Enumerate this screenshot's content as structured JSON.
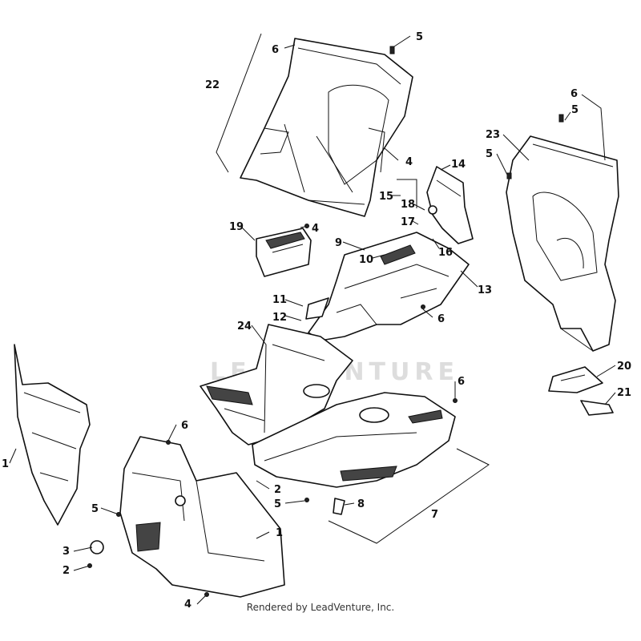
{
  "diagram": {
    "watermark": "LEADVENTURE",
    "credit": "Rendered by LeadVenture, Inc.",
    "callouts": [
      {
        "id": "c22",
        "label": "22"
      },
      {
        "id": "c6a",
        "label": "6"
      },
      {
        "id": "c5a",
        "label": "5"
      },
      {
        "id": "c4a",
        "label": "4"
      },
      {
        "id": "c6b",
        "label": "6"
      },
      {
        "id": "c5b",
        "label": "5"
      },
      {
        "id": "c23",
        "label": "23"
      },
      {
        "id": "c5c",
        "label": "5"
      },
      {
        "id": "c14",
        "label": "14"
      },
      {
        "id": "c15",
        "label": "15"
      },
      {
        "id": "c18",
        "label": "18"
      },
      {
        "id": "c17",
        "label": "17"
      },
      {
        "id": "c19",
        "label": "19"
      },
      {
        "id": "c4b",
        "label": "4"
      },
      {
        "id": "c9",
        "label": "9"
      },
      {
        "id": "c10",
        "label": "10"
      },
      {
        "id": "c16",
        "label": "16"
      },
      {
        "id": "c13",
        "label": "13"
      },
      {
        "id": "c11",
        "label": "11"
      },
      {
        "id": "c12",
        "label": "12"
      },
      {
        "id": "c6c",
        "label": "6"
      },
      {
        "id": "c24",
        "label": "24"
      },
      {
        "id": "c20",
        "label": "20"
      },
      {
        "id": "c21",
        "label": "21"
      },
      {
        "id": "c6d",
        "label": "6"
      },
      {
        "id": "c1a",
        "label": "1"
      },
      {
        "id": "c6e",
        "label": "6"
      },
      {
        "id": "c2a",
        "label": "2"
      },
      {
        "id": "c5d",
        "label": "5"
      },
      {
        "id": "c5e",
        "label": "5"
      },
      {
        "id": "c8",
        "label": "8"
      },
      {
        "id": "c7",
        "label": "7"
      },
      {
        "id": "c1b",
        "label": "1"
      },
      {
        "id": "c3",
        "label": "3"
      },
      {
        "id": "c2b",
        "label": "2"
      },
      {
        "id": "c4c",
        "label": "4"
      }
    ]
  }
}
